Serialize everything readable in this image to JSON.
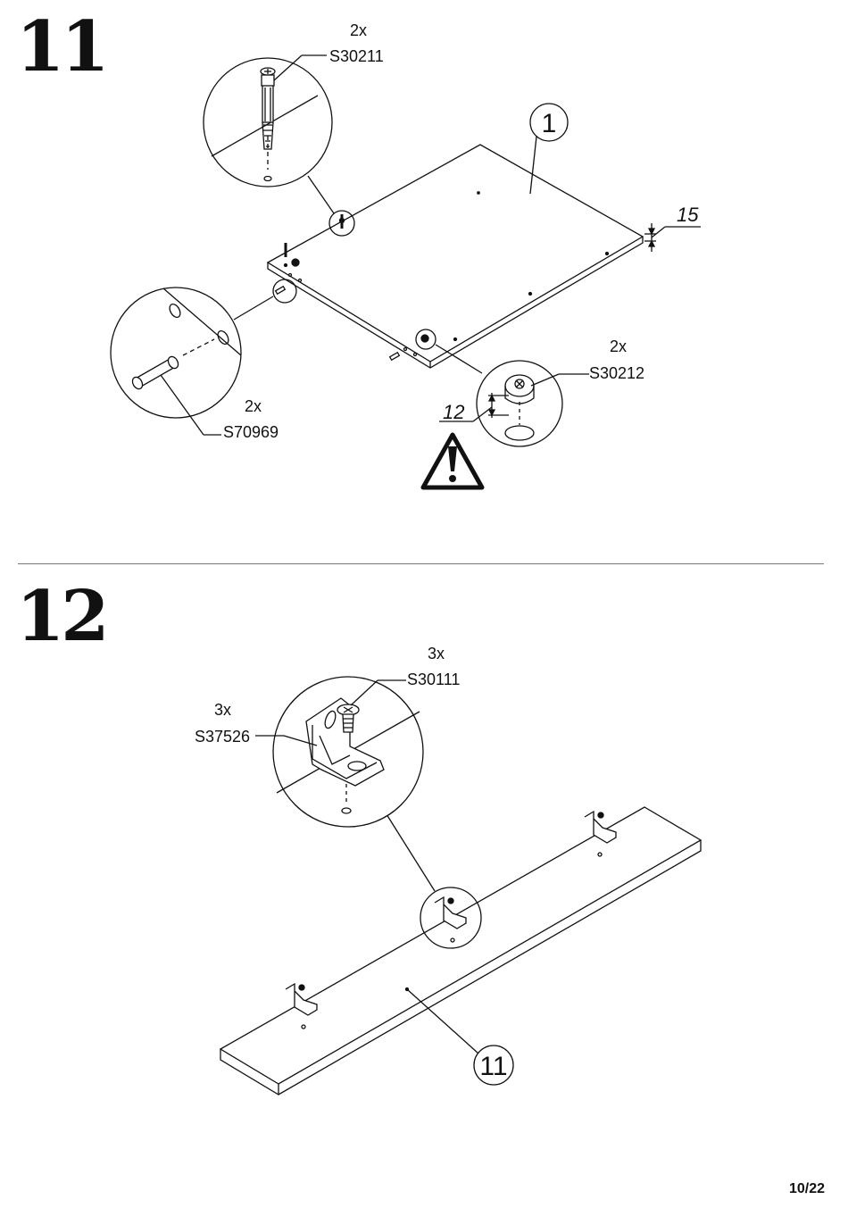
{
  "page": {
    "number": "10/22"
  },
  "step11": {
    "number": "11",
    "callouts": {
      "top_qty": "2x",
      "top_code": "S30211",
      "left_qty": "2x",
      "left_code": "S70969",
      "right_qty": "2x",
      "right_code": "S30212"
    },
    "part_ref": "1",
    "dim_thickness": "15",
    "dim_depth": "12",
    "warning_icon": "warning-triangle-icon"
  },
  "step12": {
    "number": "12",
    "callouts": {
      "screw_qty": "3x",
      "screw_code": "S30111",
      "bracket_qty": "3x",
      "bracket_code": "S37526"
    },
    "part_ref": "11"
  }
}
